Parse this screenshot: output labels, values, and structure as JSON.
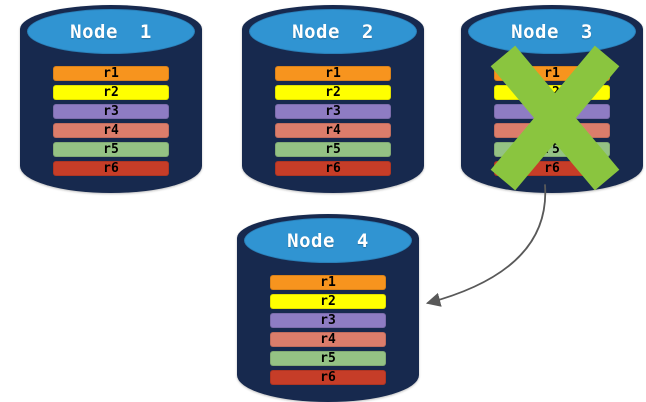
{
  "diagram": {
    "background": "#FFFFFF",
    "nodes": [
      {
        "label": "Node 1",
        "failed": false
      },
      {
        "label": "Node 2",
        "failed": false
      },
      {
        "label": "Node 3",
        "failed": true
      },
      {
        "label": "Node 4",
        "failed": false
      }
    ],
    "rows": [
      {
        "label": "r1",
        "color": "#F7941E"
      },
      {
        "label": "r2",
        "color": "#FFFF00"
      },
      {
        "label": "r3",
        "color": "#8E7CC3"
      },
      {
        "label": "r4",
        "color": "#DC7D6B"
      },
      {
        "label": "r5",
        "color": "#94C284"
      },
      {
        "label": "r6",
        "color": "#C63D28"
      }
    ],
    "colors": {
      "cylinder_body": "#17294E",
      "cylinder_top": "#3094D2",
      "failure_x": "#8AC53F",
      "arrow": "#595959",
      "title_text": "#FFFFFF",
      "row_text": "#000000"
    },
    "failure_marker": {
      "node": "Node 3",
      "symbol": "X"
    },
    "arrow": {
      "from": "Node 3",
      "to": "Node 4"
    }
  }
}
